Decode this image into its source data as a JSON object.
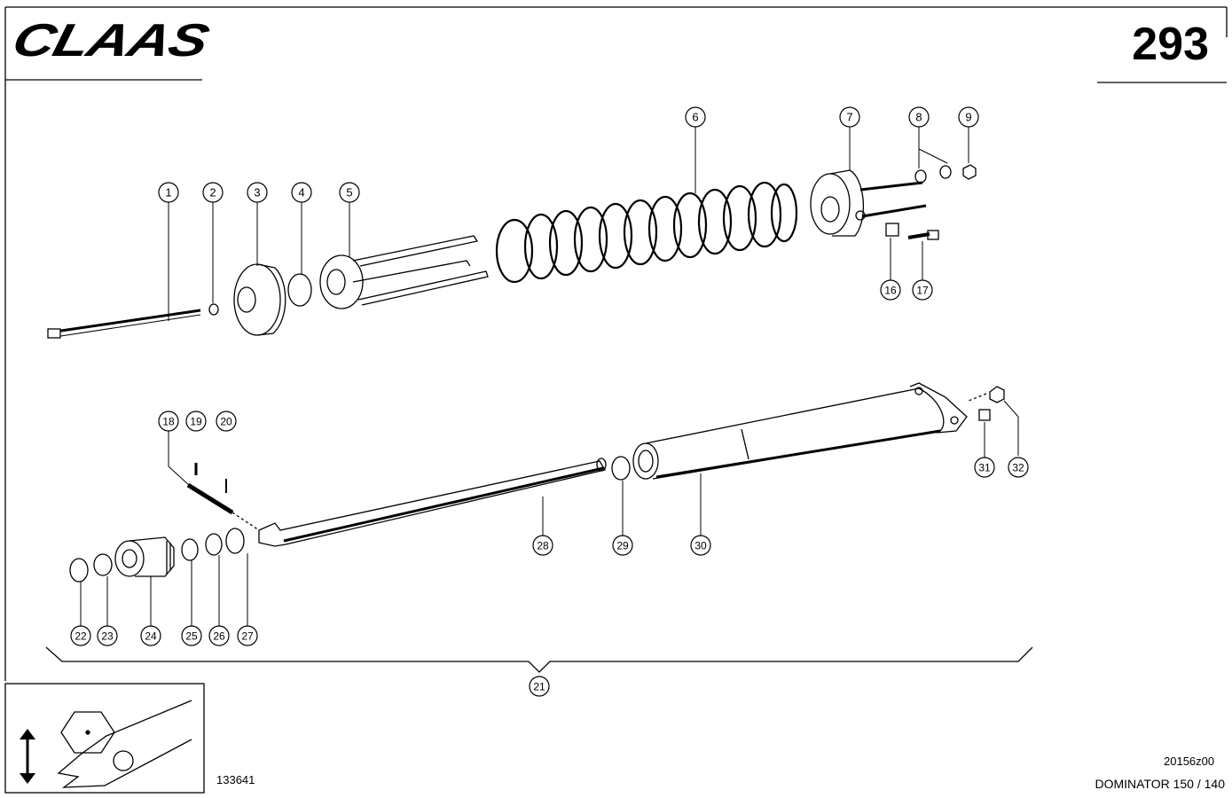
{
  "header": {
    "brand": "CLAAS",
    "page_number": "293"
  },
  "footer": {
    "drawing_number": "133641",
    "diagram_ref": "20156z00",
    "model": "DOMINATOR 150 / 140"
  },
  "callouts": [
    "1",
    "2",
    "3",
    "4",
    "5",
    "6",
    "7",
    "8",
    "9",
    "16",
    "17",
    "18",
    "19",
    "20",
    "21",
    "22",
    "23",
    "24",
    "25",
    "26",
    "27",
    "28",
    "29",
    "30",
    "31",
    "32"
  ],
  "colors": {
    "ink": "#000000",
    "paper": "#ffffff"
  },
  "icons": [
    "double-arrow-icon",
    "hexagon-nut-icon",
    "wrench-icon"
  ]
}
